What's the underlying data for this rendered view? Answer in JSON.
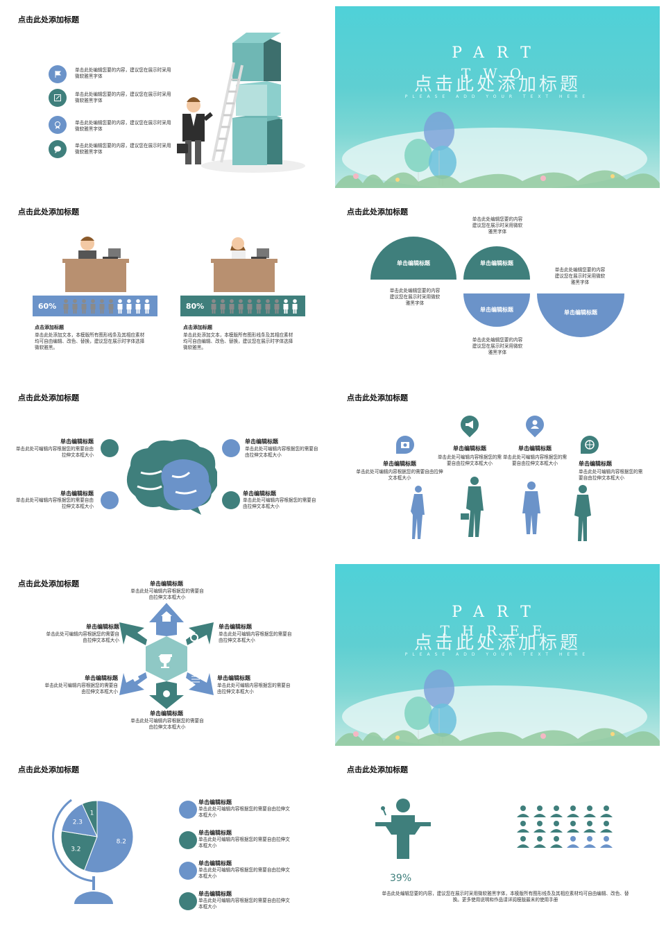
{
  "colors": {
    "teal": "#3f7f7c",
    "blue": "#6b93c9",
    "hero": "#4fd1d8"
  },
  "slide_title": "点击此处添加标题",
  "s1": {
    "items": [
      {
        "icon": "flag-icon",
        "text": "单击此处编辑您要的内容，建议您在展示时采用微软雅黑字体"
      },
      {
        "icon": "edit-icon",
        "text": "单击此处编辑您要的内容，建议您在展示时采用微软雅黑字体"
      },
      {
        "icon": "award-icon",
        "text": "单击此处编辑您要的内容，建议您在展示时采用微软雅黑字体"
      },
      {
        "icon": "chat-icon",
        "text": "单击此处编辑您要的内容，建议您在展示时采用微软雅黑字体"
      }
    ]
  },
  "hero2": {
    "part": "PART",
    "word": "TWO",
    "title": "点击此处添加标题",
    "sub": "PLEASE ADD YOUR TEXT HERE"
  },
  "hero3": {
    "part": "PART",
    "word": "THREE",
    "title": "点击此处添加标题",
    "sub": "PLEASE ADD YOUR TEXT HERE"
  },
  "s3": {
    "panels": [
      {
        "pct": "60%",
        "pct_value": 0.6,
        "heading": "点击添加标题",
        "body": "单击此处添加文本，本模版所有图形线条及其相应素材均可自由编辑、改色、替换，建议您在展示时字体选择微软雅黑。"
      },
      {
        "pct": "80%",
        "pct_value": 0.8,
        "heading": "点击添加标题",
        "body": "单击此处添加文本，本模版所有图形线条及其相应素材均可自由编辑、改色、替换，建议您在展示时字体选择微软雅黑。"
      }
    ]
  },
  "s4": {
    "labels": [
      "单击编辑标题",
      "单击编辑标题",
      "单击编辑标题",
      "单击编辑标题"
    ],
    "texts": [
      "单击此处编辑您要的内容建议您在展示时采用微软雅黑字体",
      "单击此处编辑您要的内容建议您在展示时采用微软雅黑字体",
      "单击此处编辑您要的内容建议您在展示时采用微软雅黑字体",
      "单击此处编辑您要的内容建议您在展示时采用微软雅黑字体"
    ]
  },
  "s5": {
    "items": [
      {
        "title": "单击编辑标题",
        "text": "单击此处可编辑内容根据您的需要自由拉伸文本框大小"
      },
      {
        "title": "单击编辑标题",
        "text": "单击此处可编辑内容根据您的需要自由拉伸文本框大小"
      },
      {
        "title": "单击编辑标题",
        "text": "单击此处可编辑内容根据您的需要自由拉伸文本框大小"
      },
      {
        "title": "单击编辑标题",
        "text": "单击此处可编辑内容根据您的需要自由拉伸文本框大小"
      }
    ]
  },
  "s6": {
    "items": [
      {
        "title": "单击编辑标题",
        "text": "单击此处可编辑内容根据您的需要自由拉伸文本框大小"
      },
      {
        "title": "单击编辑标题",
        "text": "单击此处可编辑内容根据您的需要自由拉伸文本框大小"
      },
      {
        "title": "单击编辑标题",
        "text": "单击此处可编辑内容根据您的需要自由拉伸文本框大小"
      },
      {
        "title": "单击编辑标题",
        "text": "单击此处可编辑内容根据您的需要自由拉伸文本框大小"
      }
    ]
  },
  "s7": {
    "items": [
      {
        "title": "单击编辑标题",
        "text": "单击此处可编辑内容根据您的需要自由拉伸文本框大小"
      },
      {
        "title": "单击编辑标题",
        "text": "单击此处可编辑内容根据您的需要自由拉伸文本框大小"
      },
      {
        "title": "单击编辑标题",
        "text": "单击此处可编辑内容根据您的需要自由拉伸文本框大小"
      },
      {
        "title": "单击编辑标题",
        "text": "单击此处可编辑内容根据您的需要自由拉伸文本框大小"
      },
      {
        "title": "单击编辑标题",
        "text": "单击此处可编辑内容根据您的需要自由拉伸文本框大小"
      },
      {
        "title": "单击编辑标题",
        "text": "单击此处可编辑内容根据您的需要自由拉伸文本框大小"
      }
    ]
  },
  "s9": {
    "items": [
      {
        "title": "单击编辑标题",
        "text": "单击此处可编辑内容根据您的需要自由拉伸文本框大小"
      },
      {
        "title": "单击编辑标题",
        "text": "单击此处可编辑内容根据您的需要自由拉伸文本框大小"
      },
      {
        "title": "单击编辑标题",
        "text": "单击此处可编辑内容根据您的需要自由拉伸文本框大小"
      },
      {
        "title": "单击编辑标题",
        "text": "单击此处可编辑内容根据您的需要自由拉伸文本框大小"
      }
    ]
  },
  "chart_data": {
    "type": "pie",
    "values": [
      8.2,
      3.2,
      2.3,
      1
    ],
    "labels": [
      "8.2",
      "3.2",
      "2.3",
      "1"
    ],
    "colors": [
      "#6b93c9",
      "#3f7f7c",
      "#6b93c9",
      "#3f7f7c"
    ]
  },
  "s10": {
    "pct": "39%",
    "pct_value": 0.39,
    "text": "单击此处编辑您要的内容，建议您在展示时采用微软雅黑字体，本模版所有图形线条及其相应素材均可自由编辑、改色、替换。更多使用说明和作品请详阅模版最末的使用手册"
  }
}
